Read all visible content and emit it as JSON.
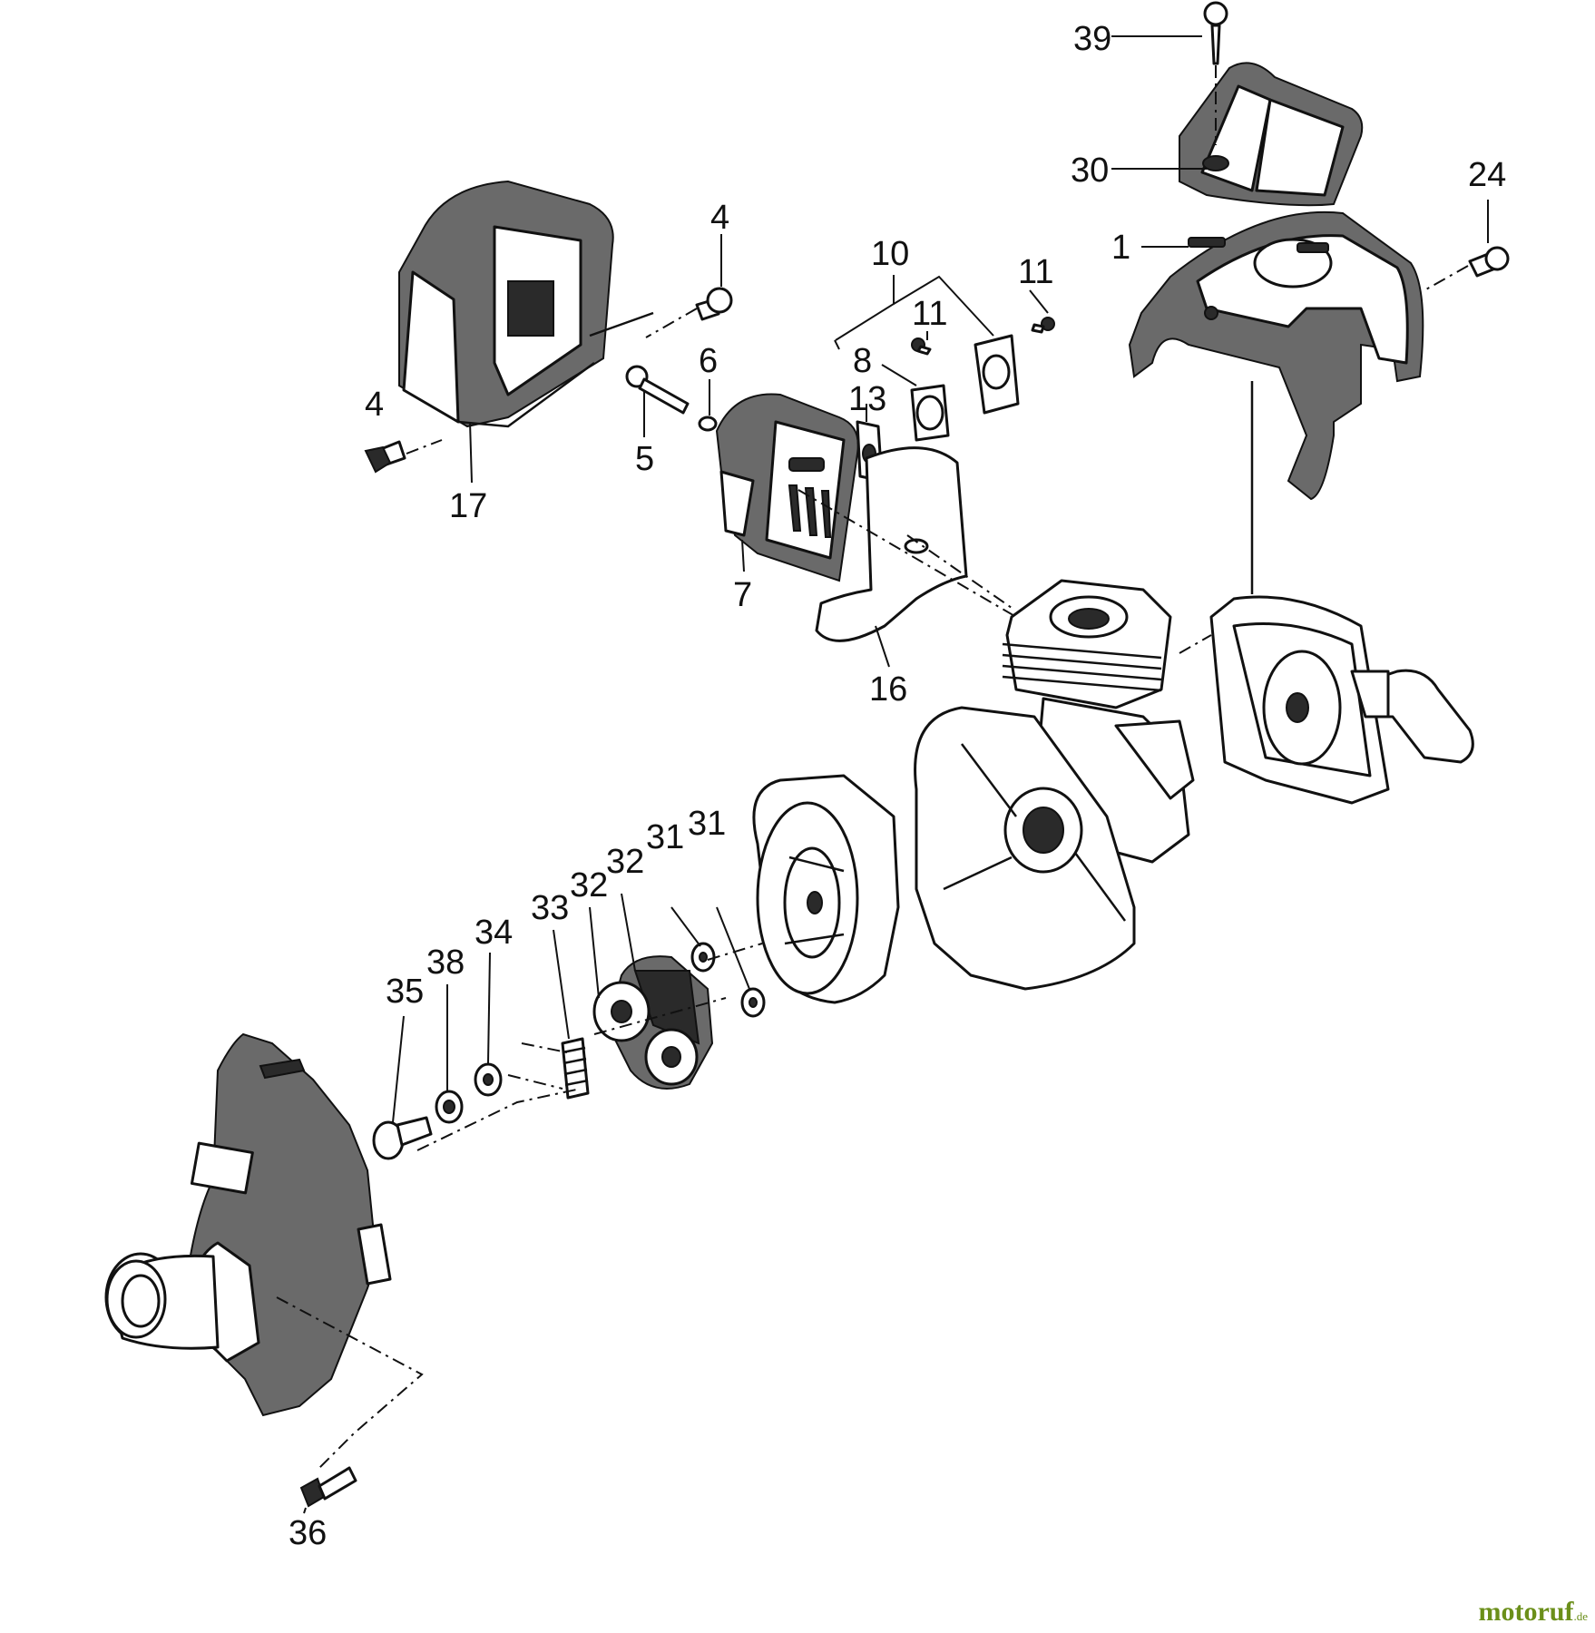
{
  "callouts": {
    "c39": "39",
    "c30": "30",
    "c24": "24",
    "c1": "1",
    "c4a": "4",
    "c10": "10",
    "c11a": "11",
    "c11b": "11",
    "c8": "8",
    "c6": "6",
    "c13": "13",
    "c4b": "4",
    "c5": "5",
    "c17": "17",
    "c7": "7",
    "c16": "16",
    "c31a": "31",
    "c31b": "31",
    "c32a": "32",
    "c32b": "32",
    "c33": "33",
    "c34": "34",
    "c38": "38",
    "c35": "35",
    "c36": "36"
  },
  "watermark": {
    "name": "motoruf",
    "tld": ".de"
  }
}
